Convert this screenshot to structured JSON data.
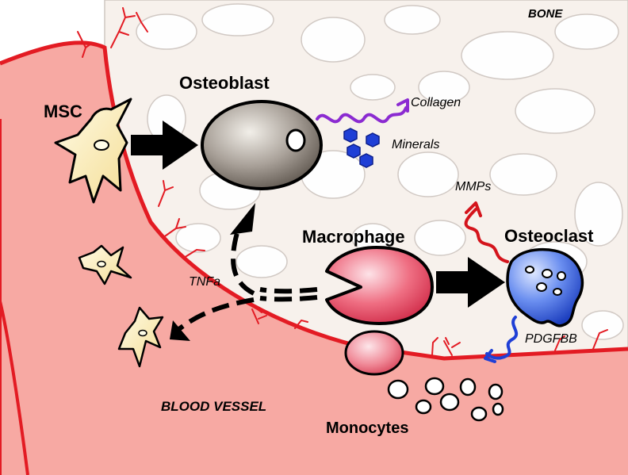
{
  "labels": {
    "bone": "BONE",
    "msc": "MSC",
    "osteoblast": "Osteoblast",
    "collagen": "Collagen",
    "minerals": "Minerals",
    "mmps": "MMPs",
    "macrophage": "Macrophage",
    "osteoclast": "Osteoclast",
    "tnfa": "TNFa",
    "pdgfbb": "PDGFBB",
    "blood_vessel": "BLOOD VESSEL",
    "monocytes": "Monocytes"
  },
  "colors": {
    "bone_fill": "#f7f1ec",
    "bone_pore": "#ffffff",
    "bone_pore_edge": "#cfc7c2",
    "vessel_fill": "#f7a9a3",
    "vessel_wall": "#e31b23",
    "capillary": "#e31b23",
    "msc_fill": "#fbf0c2",
    "osteoblast_fill": "#8a8178",
    "macrophage_fill": "#e9546b",
    "osteoclast_fill": "#2a5cd8",
    "collagen": "#8b2bd1",
    "minerals": "#1f3fd6",
    "mmps": "#d4141c",
    "pdgfbb": "#1f3fd6",
    "arrow": "#000000"
  }
}
